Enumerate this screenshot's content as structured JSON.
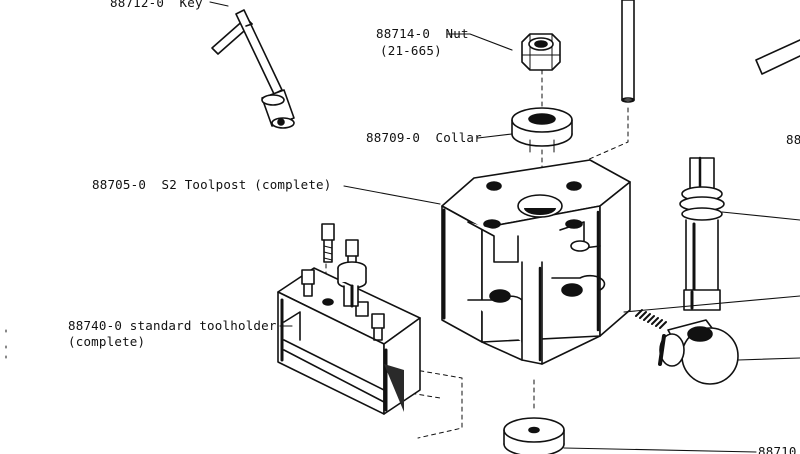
{
  "labels": {
    "key": "88712-0  Key",
    "nut_line1": "88714-0  Nut",
    "nut_line2": "(21-665)",
    "collar": "88709-0  Collar",
    "toolpost": "88705-0  S2 Toolpost (complete)",
    "toolholder_line1": "88740-0 standard toolholder",
    "toolholder_line2": "(complete)",
    "right_edge_number": "88",
    "bottom_right_number": "88710"
  },
  "colors": {
    "ink": "#111111",
    "paper": "#ffffff",
    "shade": "#2a2a2a"
  }
}
